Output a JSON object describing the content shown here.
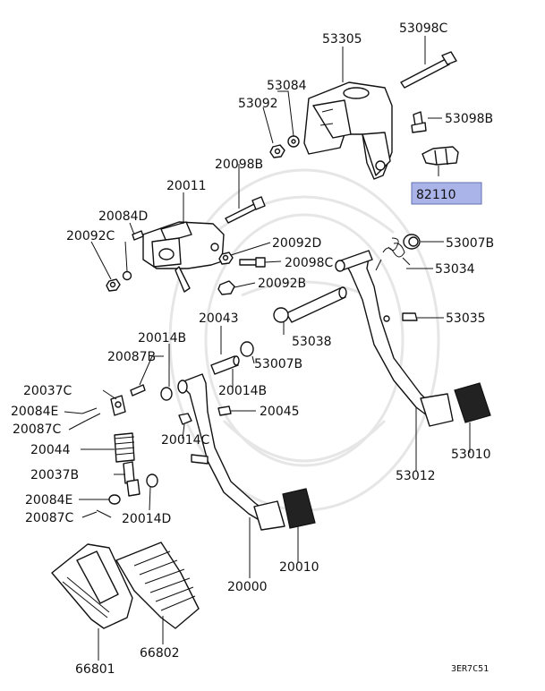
{
  "diagram": {
    "code": "3ER7C51",
    "highlight_fill": "#aab4e8",
    "labels": [
      {
        "id": "53305",
        "text": "53305"
      },
      {
        "id": "53098C",
        "text": "53098C"
      },
      {
        "id": "53084",
        "text": "53084"
      },
      {
        "id": "53092",
        "text": "53092"
      },
      {
        "id": "53098B",
        "text": "53098B"
      },
      {
        "id": "82110",
        "text": "82110",
        "highlighted": true
      },
      {
        "id": "20098B",
        "text": "20098B"
      },
      {
        "id": "20011",
        "text": "20011"
      },
      {
        "id": "20084D",
        "text": "20084D"
      },
      {
        "id": "20092C",
        "text": "20092C"
      },
      {
        "id": "20092D",
        "text": "20092D"
      },
      {
        "id": "20098C",
        "text": "20098C"
      },
      {
        "id": "20092B",
        "text": "20092B"
      },
      {
        "id": "53007B_top",
        "text": "53007B"
      },
      {
        "id": "53034",
        "text": "53034"
      },
      {
        "id": "53035",
        "text": "53035"
      },
      {
        "id": "20043",
        "text": "20043"
      },
      {
        "id": "53038",
        "text": "53038"
      },
      {
        "id": "53007B_mid",
        "text": "53007B"
      },
      {
        "id": "20014B_left",
        "text": "20014B"
      },
      {
        "id": "20087B",
        "text": "20087B"
      },
      {
        "id": "20014B_mid",
        "text": "20014B"
      },
      {
        "id": "20037C",
        "text": "20037C"
      },
      {
        "id": "20084E_top",
        "text": "20084E"
      },
      {
        "id": "20087C_top",
        "text": "20087C"
      },
      {
        "id": "20045",
        "text": "20045"
      },
      {
        "id": "20014C",
        "text": "20014C"
      },
      {
        "id": "20044",
        "text": "20044"
      },
      {
        "id": "53010",
        "text": "53010"
      },
      {
        "id": "53012",
        "text": "53012"
      },
      {
        "id": "20037B",
        "text": "20037B"
      },
      {
        "id": "20084E_bot",
        "text": "20084E"
      },
      {
        "id": "20087C_bot",
        "text": "20087C"
      },
      {
        "id": "20014D",
        "text": "20014D"
      },
      {
        "id": "20010",
        "text": "20010"
      },
      {
        "id": "20000",
        "text": "20000"
      },
      {
        "id": "66801",
        "text": "66801"
      },
      {
        "id": "66802",
        "text": "66802"
      }
    ]
  }
}
